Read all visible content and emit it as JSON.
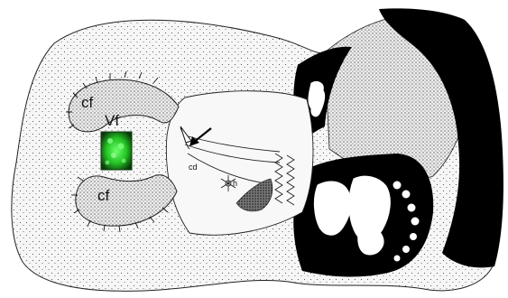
{
  "labels": {
    "cf_upper": "cf",
    "cf_lower": "cf",
    "vf": "Vf",
    "cd": "cd",
    "h": "h"
  },
  "colors": {
    "background": "#ffffff",
    "body_fill": "#f4f4f4",
    "stipple": "#2a2a2a",
    "ink": "#000000",
    "fluorescence": "#33e633",
    "fluorescence_bg": "#0b3a0b"
  },
  "icons": {
    "arrow": "arrow-icon",
    "fluorescent_inset": "fluorescence-inset-icon"
  }
}
